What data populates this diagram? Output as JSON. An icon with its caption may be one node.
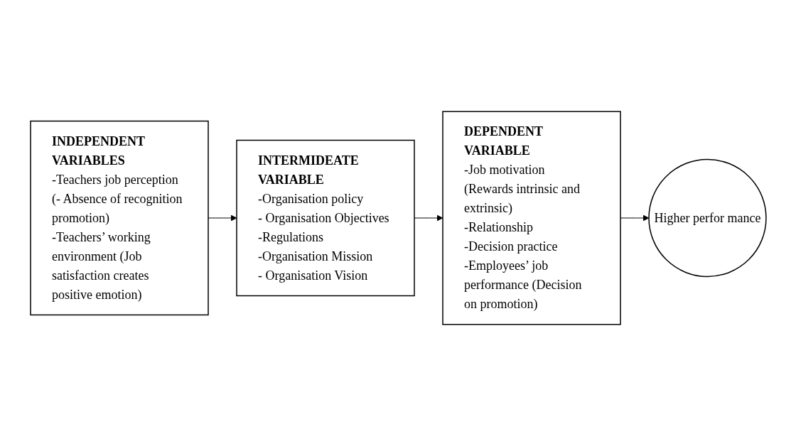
{
  "diagram": {
    "nodes": [
      {
        "text": [
          "INDEPENDENT VARIABLES",
          "-Teachers job perception (- Absence of recognition promotion)",
          "-Teachers’ working environment (Job satisfaction creates positive emotion)"
        ]
      },
      {
        "text": [
          "INTERMIDEATE VARIABLE",
          "-Organisation policy",
          "- Organisation Objectives",
          "-Regulations",
          "-Organisation Mission",
          "- Organisation Vision"
        ]
      },
      {
        "text": [
          "DEPENDENT VARIABLE",
          "-Job motivation (Rewards intrinsic and extrinsic)",
          "-Relationship",
          "-Decision practice",
          "-Employees’ job performance (Decision on promotion)"
        ]
      },
      {
        "text": [
          "Higher perfor mance"
        ]
      }
    ],
    "edges": [
      {
        "from": 0,
        "to": 1,
        "arrow": "to"
      },
      {
        "from": 1,
        "to": 2,
        "arrow": "to"
      },
      {
        "from": 2,
        "to": 3,
        "arrow": "to"
      }
    ]
  }
}
